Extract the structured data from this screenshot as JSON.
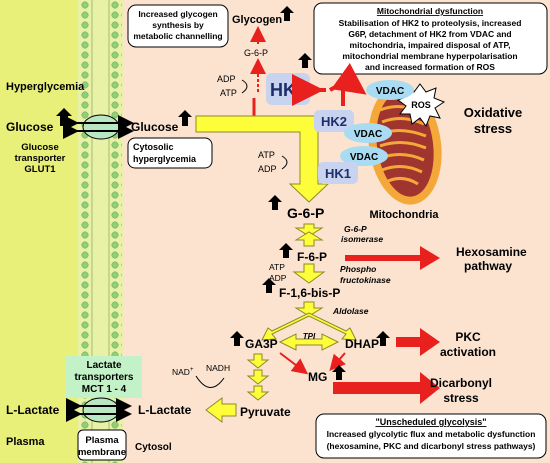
{
  "compartments": {
    "plasma": "Plasma",
    "membrane_line1": "Plasma",
    "membrane_line2": "membrane",
    "cytosol": "Cytosol"
  },
  "extracellular": {
    "hyperglycemia": "Hyperglycemia",
    "glucose": "Glucose",
    "transporter_line1": "Glucose",
    "transporter_line2": "transporter",
    "transporter_line3": "GLUT1",
    "lactate": "L-Lactate"
  },
  "lactate_transporter": {
    "line1": "Lactate",
    "line2": "transporters",
    "line3": "MCT 1 - 4"
  },
  "glycogen_box": {
    "line1": "Increased glycogen",
    "line2": "synthesis by",
    "line3": "metabolic channelling"
  },
  "mito_box": {
    "title": "Mitochondrial dysfunction",
    "lines": [
      "Stabilisation of HK2 to proteolysis, increased",
      "G6P, detachment of HK2 from VDAC and",
      "mitochondria, impaired disposal of ATP,",
      "mitochondrial membrane hyperpolarisation",
      "and increased formation of ROS"
    ]
  },
  "cytosolic_box": {
    "line1": "Cytosolic",
    "line2": "hyperglycemia"
  },
  "unscheduled_box": {
    "title": "\"Unscheduled glycolysis\"",
    "lines": [
      "Increased glycolytic flux and metabolic dysfunction",
      "(hexosamine, PKC and dicarbonyl stress pathways)"
    ]
  },
  "pathway": {
    "glucose": "Glucose",
    "glycogen": "Glycogen",
    "g6p_small": "G-6-P",
    "adp_top": "ADP",
    "atp_top": "ATP",
    "hk2_main": "HK2",
    "atp_mid": "ATP",
    "adp_mid": "ADP",
    "g6p": "G-6-P",
    "isomerase_line1": "G-6-P",
    "isomerase_line2": "isomerase",
    "f6p": "F-6-P",
    "atp_pfk": "ATP",
    "adp_pfk": "ADP",
    "pfk_line1": "Phospho",
    "pfk_line2": "fructokinase",
    "f16bp": "F-1,6-bis-P",
    "aldolase": "Aldolase",
    "ga3p": "GA3P",
    "tpi": "TPI",
    "dhap": "DHAP",
    "mg": "MG",
    "nad": "NAD",
    "nad_sup": "+",
    "nadh": "NADH",
    "lactate": "L-Lactate",
    "pyruvate": "Pyruvate"
  },
  "mitochondria": {
    "vdac_top": "VDAC",
    "ros": "ROS",
    "hk2_a": "HK2",
    "vdac_mid": "VDAC",
    "vdac_low": "VDAC",
    "hk1": "HK1",
    "label": "Mitochondria",
    "oxidative_line1": "Oxidative",
    "oxidative_line2": "stress"
  },
  "outcomes": {
    "hexosamine_line1": "Hexosamine",
    "hexosamine_line2": "pathway",
    "pkc_line1": "PKC",
    "pkc_line2": "activation",
    "dicarbonyl_line1": "Dicarbonyl",
    "dicarbonyl_line2": "stress"
  },
  "colors": {
    "cytosol_bg": "#fbe3d0",
    "membrane_fill": "#e8f07a",
    "membrane_bead": "#8fcf7a",
    "transporter": "#b9e7c3",
    "hk2_fill": "#c8d3f0",
    "vdac_fill": "#a9dbf2",
    "flux_yellow": "#fdfd3a",
    "flux_outline": "#8b8b2a",
    "red": "#e8201e",
    "mito_orange": "#f4a83a",
    "mito_crista": "#a0342e",
    "label_box": "#c4f2c8"
  }
}
